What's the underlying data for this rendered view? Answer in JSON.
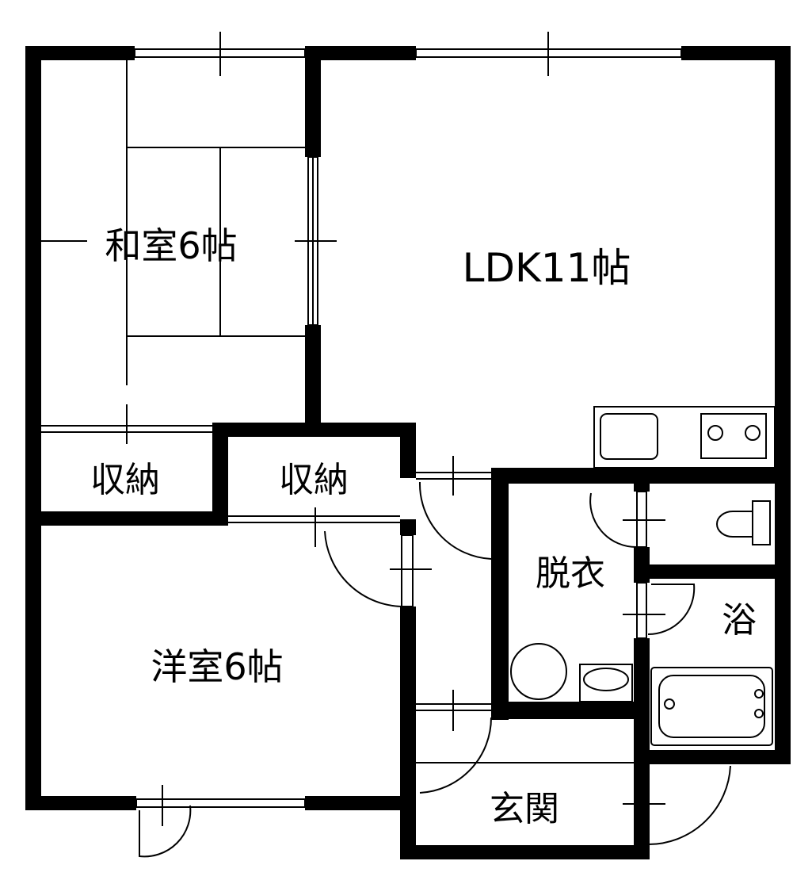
{
  "rooms": {
    "washitsu": "和室6帖",
    "ldk": "LDK11帖",
    "storage_left": "収納",
    "storage_center": "収納",
    "youshitsu": "洋室6帖",
    "dressing": "脱衣",
    "bath": "浴",
    "entrance": "玄関"
  },
  "colors": {
    "wall": "#000000",
    "background": "#ffffff",
    "line": "#000000"
  },
  "icons": [
    "toilet-icon",
    "bathtub-icon",
    "sink-icon",
    "stove-icon",
    "kitchen-sink-icon",
    "washing-machine-icon",
    "washbasin-icon"
  ]
}
